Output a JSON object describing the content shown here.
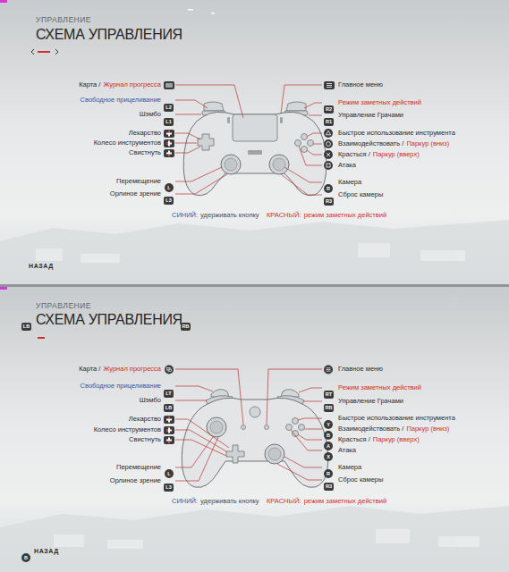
{
  "diagram": {
    "labels": [
      "УПРАВЛЕНИЕ",
      "СХЕМА УПРАВЛЕНИЯ",
      "Карта /",
      "Журнал прогресса",
      "Свободное прицеливание",
      "Шэмбо",
      "Лекарство",
      "Колесо инструментов",
      "Свистнуть",
      "Перемещение",
      "Орлиное зрение",
      "Главное меню",
      "Режим заметных действий",
      "Управление Грачами",
      "Быстрое использование инструмента",
      "Взаимодействовать /",
      "Паркур (вниз)",
      "Красться /",
      "Паркур (вверх)",
      "Атака",
      "Камера",
      "Сброс камеры",
      "СИНИЙ:",
      "удерживать кнопку",
      "КРАСНЫЙ:",
      "режим заметных действий",
      "НАЗАД",
      "L2",
      "L1",
      "L",
      "L3",
      "R2",
      "R1",
      "R",
      "R3",
      "УПРАВЛЕНИЕ",
      "СХЕМА УПРАВЛЕНИЯ",
      "Карта /",
      "Журнал прогресса",
      "Свободное прицеливание",
      "Шэмбо",
      "Лекарство",
      "Колесо инструментов",
      "Свистнуть",
      "Перемещение",
      "Орлиное зрение",
      "Главное меню",
      "Режим заметных действий",
      "Управление Грачами",
      "Быстрое использование инструмента",
      "Взаимодействовать /",
      "Паркур (вниз)",
      "Красться /",
      "Паркур (вверх)",
      "Атака",
      "Камера",
      "Сброс камеры",
      "СИНИЙ:",
      "удерживать кнопку",
      "КРАСНЫЙ:",
      "режим заметных действий",
      "НАЗАД",
      "LB",
      "RB",
      "LT",
      "LB",
      "L",
      "L3",
      "RT",
      "RB",
      "Y",
      "B",
      "A",
      "X",
      "R",
      "R3",
      "B"
    ]
  }
}
